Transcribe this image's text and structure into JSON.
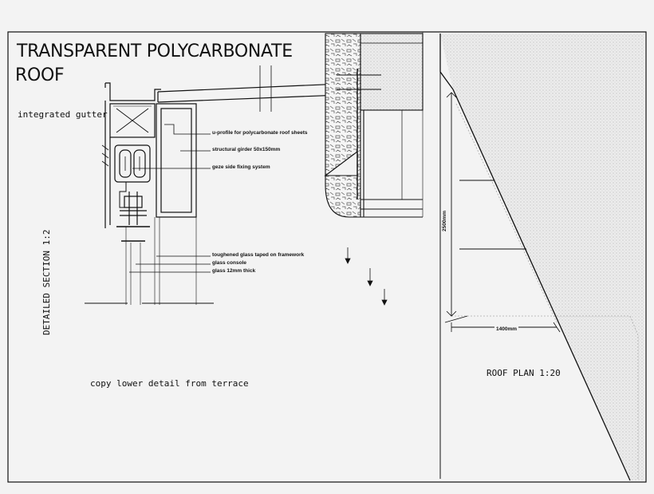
{
  "drawing": {
    "title_line1": "TRANSPARENT POLYCARBONATE",
    "title_line2": "ROOF",
    "gutter_label": "integrated gutter",
    "section_label": "DETAILED SECTION  1:2",
    "copy_note": "copy lower detail from terrace",
    "roof_plan_label": "ROOF PLAN 1:20",
    "dim_vertical": "2500mm",
    "dim_horizontal": "1400mm",
    "callouts": [
      "u-profile for polycarbonate roof sheets",
      "structural girder 50x150mm",
      "geze side fixing system",
      "toughened glass taped on framework",
      "glass console",
      "glass 12mm thick"
    ]
  },
  "colors": {
    "background": "#f3f3f3",
    "line": "#111111",
    "hatch": "#c9c9c9"
  }
}
